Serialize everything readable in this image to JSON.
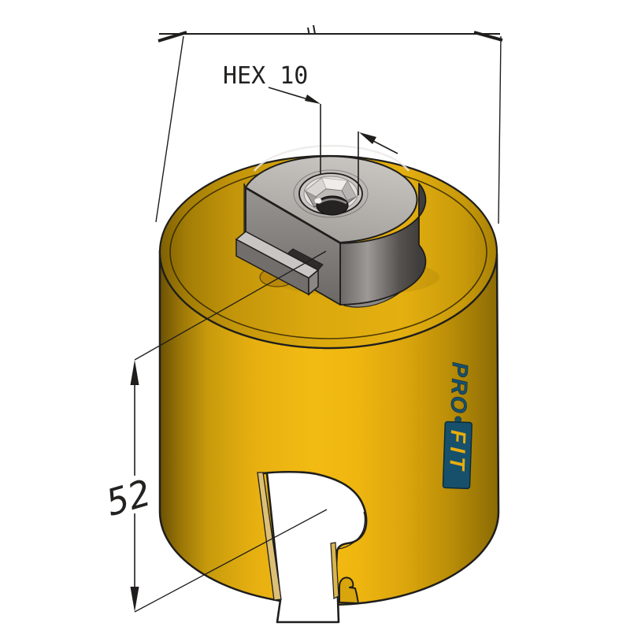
{
  "annotations": {
    "hex_label": "HEX 10",
    "depth_dimension": "52"
  },
  "logo": {
    "pro": "PRO",
    "separator": "•",
    "fit": "FIT"
  },
  "colors": {
    "background": "#FFFFFF",
    "outline": "#1F1E1C",
    "body_yellow_light": "#F2BB12",
    "body_yellow_mid": "#E7B011",
    "body_yellow_dark": "#6B5104",
    "cap_yellow": "#DBA90E",
    "cut_face_tan": "#DCC077",
    "tooth_yellow": "#D8A50C",
    "hub_gray_light": "#D6D3D0",
    "hub_gray_mid": "#8E8B88",
    "hub_gray_dark": "#403E3C",
    "hex_hole_dark": "#242322",
    "logo_blue": "#17506B",
    "logo_fit_text": "#E8AD0B"
  }
}
